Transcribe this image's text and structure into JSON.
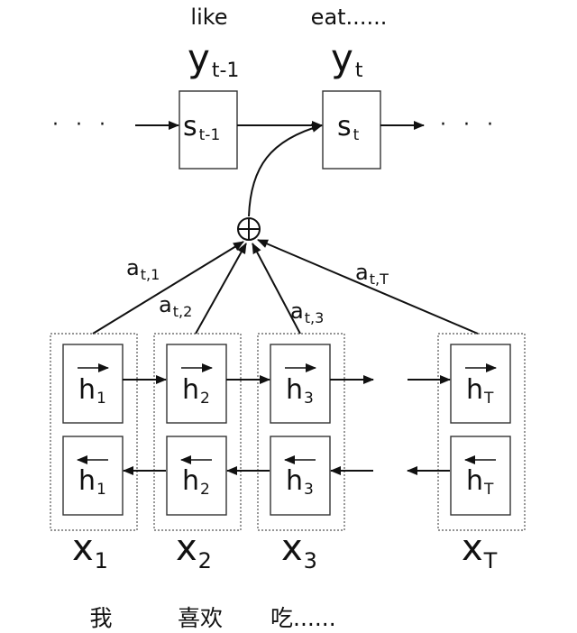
{
  "output_words": [
    "like",
    "eat......"
  ],
  "decoder": {
    "y_prev": {
      "base": "y",
      "sub": "t-1"
    },
    "y_cur": {
      "base": "y",
      "sub": "t"
    },
    "s_prev": {
      "base": "s",
      "sub": "t-1"
    },
    "s_cur": {
      "base": "s",
      "sub": "t"
    }
  },
  "attention_weights": [
    {
      "base": "a",
      "sub": "t,1"
    },
    {
      "base": "a",
      "sub": "t,2"
    },
    {
      "base": "a",
      "sub": "t,3"
    },
    {
      "base": "a",
      "sub": "t,T"
    }
  ],
  "encoder_columns": [
    {
      "h": {
        "base": "h",
        "sub": "1"
      },
      "x": {
        "base": "x",
        "sub": "1"
      }
    },
    {
      "h": {
        "base": "h",
        "sub": "2"
      },
      "x": {
        "base": "x",
        "sub": "2"
      }
    },
    {
      "h": {
        "base": "h",
        "sub": "3"
      },
      "x": {
        "base": "x",
        "sub": "3"
      }
    },
    {
      "h": {
        "base": "h",
        "sub": "T"
      },
      "x": {
        "base": "x",
        "sub": "T"
      }
    }
  ],
  "input_words": [
    "我",
    "喜欢",
    "吃......"
  ],
  "ellipsis": "· · ·"
}
